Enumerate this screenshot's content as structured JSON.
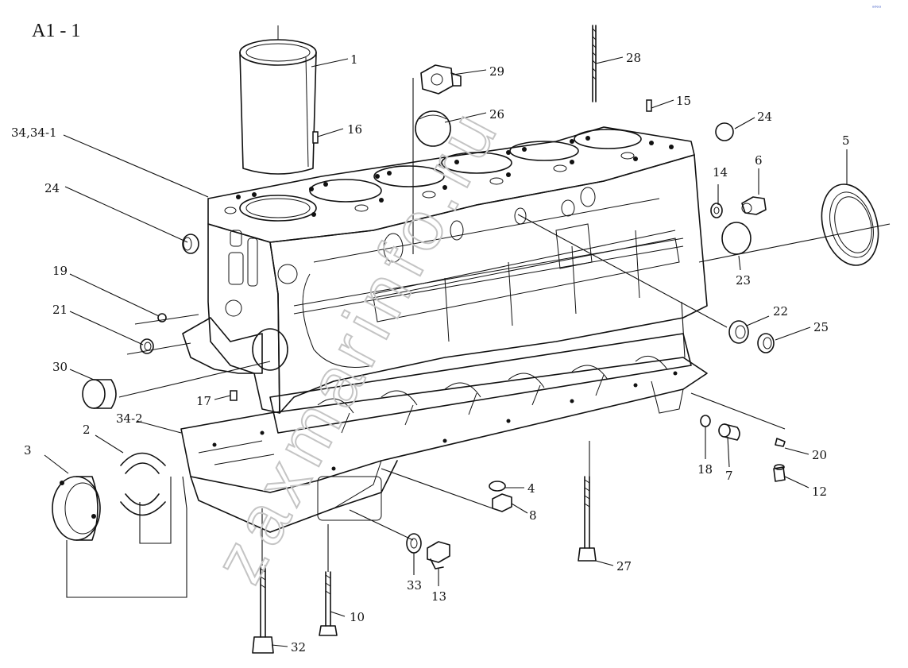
{
  "title": "A1 - 1",
  "watermark": "zaxmarinfo.ru",
  "corner_mark": "ᵃ⁰ᵒᵒ",
  "callouts": {
    "p1": "1",
    "p2": "2",
    "p3": "3",
    "p4": "4",
    "p5": "5",
    "p6": "6",
    "p7": "7",
    "p8": "8",
    "p10": "10",
    "p12": "12",
    "p13": "13",
    "p14": "14",
    "p15": "15",
    "p16": "16",
    "p17": "17",
    "p18": "18",
    "p19": "19",
    "p20": "20",
    "p21": "21",
    "p22": "22",
    "p23": "23",
    "p24a": "24",
    "p24b": "24",
    "p25": "25",
    "p26": "26",
    "p27": "27",
    "p28": "28",
    "p29": "29",
    "p30": "30",
    "p32": "32",
    "p33": "33",
    "p34": "34,34-1",
    "p34b": "34-2"
  }
}
